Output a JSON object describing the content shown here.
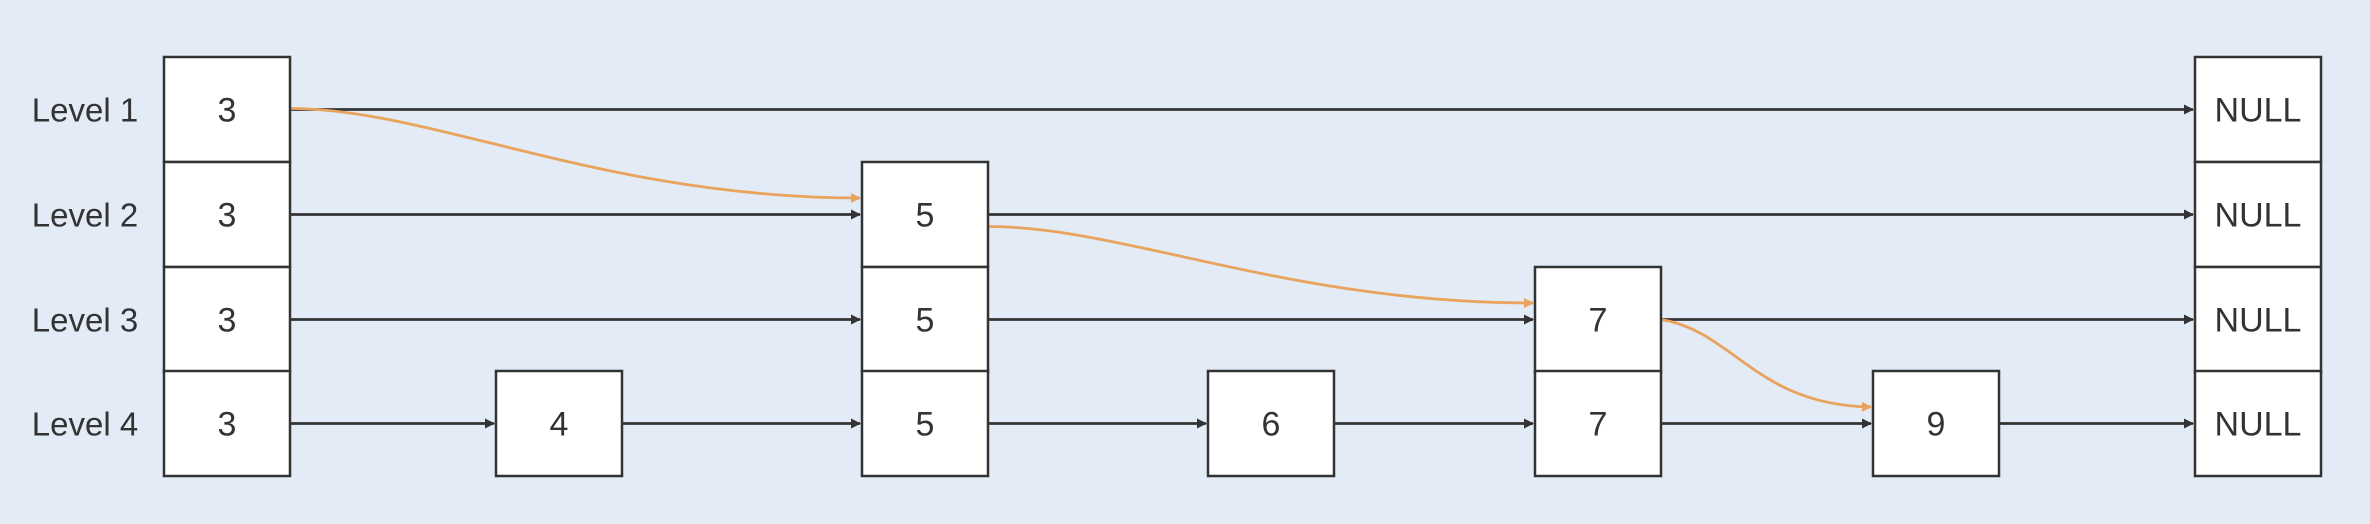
{
  "levels": [
    "Level 1",
    "Level 2",
    "Level 3",
    "Level 4"
  ],
  "columns": [
    {
      "key": "c3",
      "value": "3"
    },
    {
      "key": "c4",
      "value": "4"
    },
    {
      "key": "c5",
      "value": "5"
    },
    {
      "key": "c6",
      "value": "6"
    },
    {
      "key": "c7",
      "value": "7"
    },
    {
      "key": "c9",
      "value": "9"
    },
    {
      "key": "cnull",
      "value": "NULL"
    }
  ],
  "rows": [
    [
      "c3",
      "cnull"
    ],
    [
      "c3",
      "c5",
      "cnull"
    ],
    [
      "c3",
      "c5",
      "c7",
      "cnull"
    ],
    [
      "c3",
      "c4",
      "c5",
      "c6",
      "c7",
      "c9",
      "cnull"
    ]
  ],
  "search_path": [
    {
      "from_level": 1,
      "from_col": "c3",
      "to_level": 2,
      "to_col": "c5"
    },
    {
      "from_level": 2,
      "from_col": "c5",
      "to_level": 3,
      "to_col": "c7"
    },
    {
      "from_level": 3,
      "from_col": "c7",
      "to_level": 4,
      "to_col": "c9"
    }
  ],
  "colors": {
    "background": "#e3ebf7",
    "node_fill": "#ffffff",
    "line": "#333333",
    "search_path": "#e9a35c"
  }
}
